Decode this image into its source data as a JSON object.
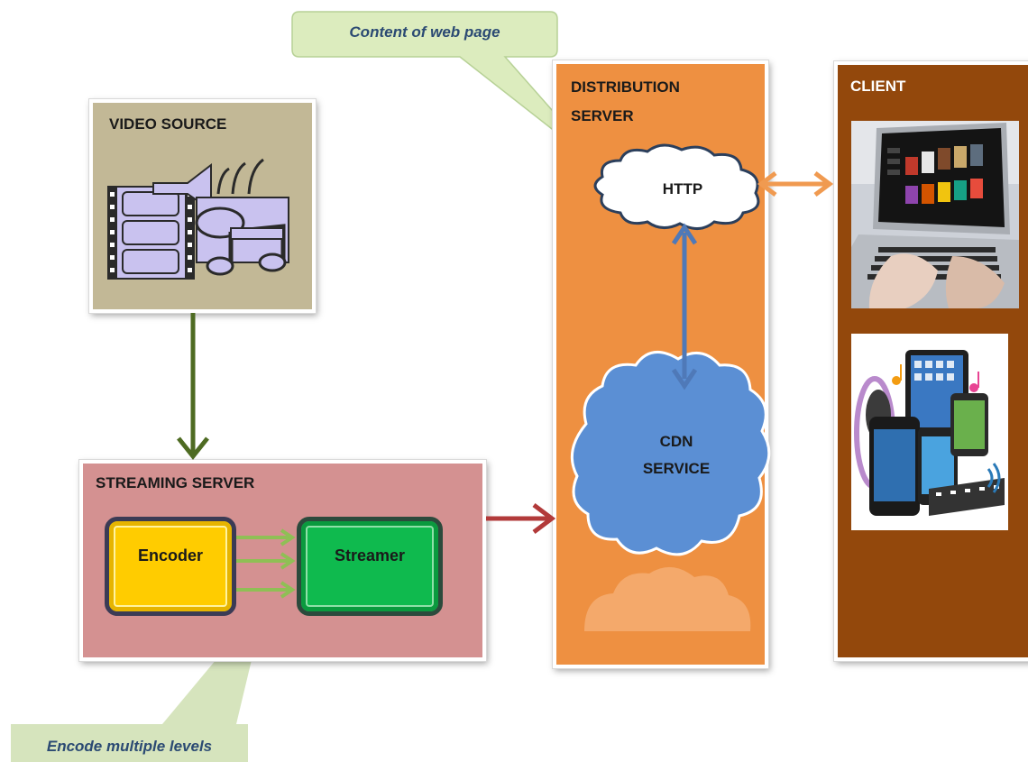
{
  "callouts": {
    "top": "Content of web page",
    "bottom": "Encode multiple levels"
  },
  "video_source": {
    "title": "VIDEO SOURCE",
    "icon": "multimedia-film-music-icon"
  },
  "streaming_server": {
    "title": "STREAMING SERVER",
    "encoder_label": "Encoder",
    "streamer_label": "Streamer"
  },
  "distribution_server": {
    "title_line1": "DISTRIBUTION",
    "title_line2": "SERVER",
    "http_label": "HTTP",
    "cdn_line1": "CDN",
    "cdn_line2": "SERVICE"
  },
  "client": {
    "title": "CLIENT",
    "images": [
      "laptop-photo",
      "mobile-devices-photo"
    ]
  },
  "colors": {
    "video_source": "#c2b896",
    "streaming_server": "#d49191",
    "distribution_server": "#ee9041",
    "client": "#93480c",
    "encoder": "#ffcc00",
    "streamer": "#0fba4e",
    "cdn_cloud": "#5b8fd4",
    "callout": "#dcecbe"
  }
}
